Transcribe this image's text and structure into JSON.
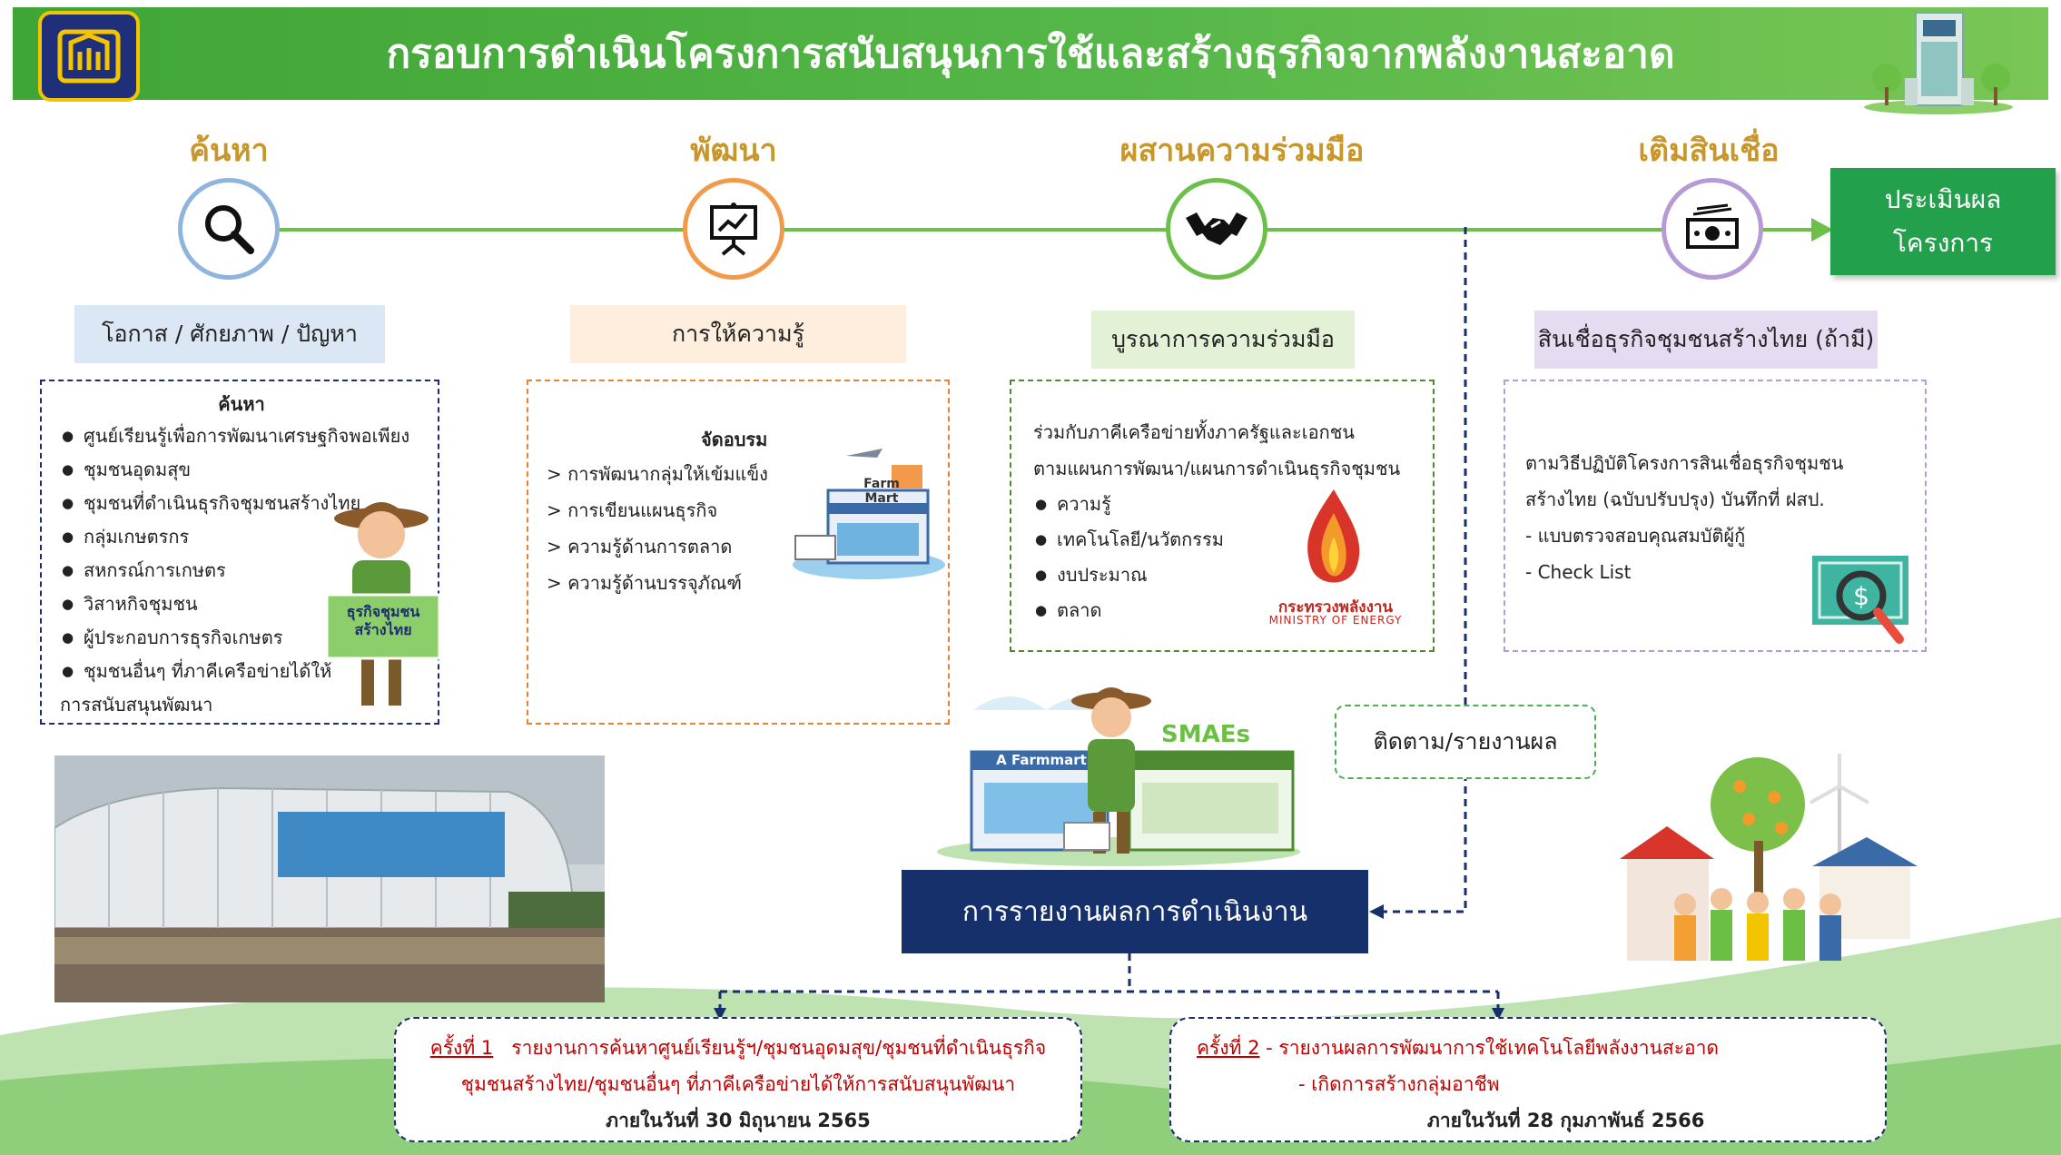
{
  "header": {
    "title": "กรอบการดำเนินโครงการสนับสนุนการใช้และสร้างธุรกิจจากพลังงานสะอาด",
    "colors": {
      "bar": "#55b748",
      "gold": "#c8962a",
      "navy": "#15306b"
    }
  },
  "stages": [
    {
      "label": "ค้นหา",
      "icon": "magnifier-icon",
      "color": "#8fb4de",
      "subheading": "โอกาส / ศักยภาพ / ปัญหา",
      "box": {
        "title": "ค้นหา",
        "items": [
          "ศูนย์เรียนรู้เพื่อการพัฒนาเศรษฐกิจพอเพียง",
          "ชุมชนอุดมสุข",
          "ชุมชนที่ดำเนินธุรกิจชุมชนสร้างไทย",
          "กลุ่มเกษตรกร",
          "สหกรณ์การเกษตร",
          "วิสาหกิจชุมชน",
          "ผู้ประกอบการธุรกิจเกษตร",
          "ชุมชนอื่นๆ ที่ภาคีเครือข่ายได้ให้"
        ],
        "tail": "การสนับสนุนพัฒนา",
        "sign_text": "ธุรกิจชุมชน สร้างไทย"
      }
    },
    {
      "label": "พัฒนา",
      "icon": "presentation-board-icon",
      "color": "#f29a4a",
      "subheading": "การให้ความรู้",
      "box": {
        "title": "จัดอบรม",
        "items": [
          "การพัฒนากลุ่มให้เข้มแข็ง",
          "การเขียนแผนธุรกิจ",
          "ความรู้ด้านการตลาด",
          "ความรู้ด้านบรรจุภัณฑ์"
        ],
        "prefix": ">",
        "farmmart": "Farm Mart"
      }
    },
    {
      "label": "ผสานความร่วมมือ",
      "icon": "handshake-icon",
      "color": "#6cc04a",
      "subheading": "บูรณาการความร่วมมือ",
      "box": {
        "intro_1": "ร่วมกับภาคีเครือข่ายทั้งภาครัฐและเอกชน",
        "intro_2": "ตามแผนการพัฒนา/แผนการดำเนินธุรกิจชุมชน",
        "items": [
          "ความรู้",
          "เทคโนโลยี/นวัตกรรม",
          "งบประมาณ",
          "ตลาด"
        ],
        "ministry_th": "กระทรวงพลังงาน",
        "ministry_en": "MINISTRY OF ENERGY"
      }
    },
    {
      "label": "เติมสินเชื่อ",
      "icon": "money-icon",
      "color": "#b59ad6",
      "subheading": "สินเชื่อธุรกิจชุมชนสร้างไทย (ถ้ามี)",
      "box": {
        "line_1": "ตามวิธีปฏิบัติโครงการสินเชื่อธุรกิจชุมชน",
        "line_2": "สร้างไทย (ฉบับปรับปรุง) บันทึกที่ ฝสป.",
        "line_3": "-  แบบตรวจสอบคุณสมบัติผู้กู้",
        "line_4": "- Check List"
      }
    }
  ],
  "evaluation": {
    "line_1": "ประเมินผล",
    "line_2": "โครงการ"
  },
  "tracking_label": "ติดตาม/รายงานผล",
  "report_main": "การรายงานผลการดำเนินงาน",
  "illustration": {
    "store_sign": "A Farmmart",
    "smaes": "SMAEs"
  },
  "rounds": [
    {
      "heading": "ครั้งที่ 1",
      "line_1": "รายงานการค้นหาศูนย์เรียนรู้ฯ/ชุมชนอุดมสุข/ชุมชนที่ดำเนินธุรกิจ",
      "line_2": "ชุมชนสร้างไทย/ชุมชนอื่นๆ ที่ภาคีเครือข่ายได้ให้การสนับสนุนพัฒนา",
      "deadline": "ภายในวันที่ 30 มิถุนายน 2565"
    },
    {
      "heading": "ครั้งที่ 2",
      "line_1": "- รายงานผลการพัฒนาการใช้เทคโนโลยีพลังงานสะอาด",
      "line_2": "- เกิดการสร้างกลุ่มอาชีพ",
      "deadline": "ภายในวันที่ 28 กุมภาพันธ์ 2566"
    }
  ]
}
